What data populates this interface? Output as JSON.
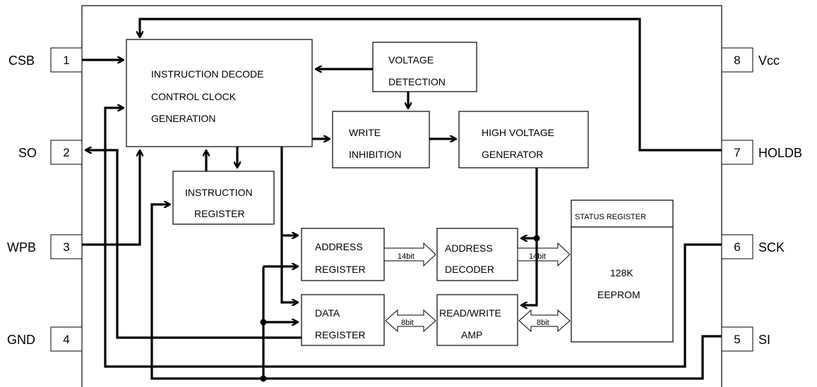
{
  "pins": {
    "p1": {
      "number": "1",
      "name": "CSB"
    },
    "p2": {
      "number": "2",
      "name": "SO"
    },
    "p3": {
      "number": "3",
      "name": "WPB"
    },
    "p4": {
      "number": "4",
      "name": "GND"
    },
    "p5": {
      "number": "5",
      "name": "SI"
    },
    "p6": {
      "number": "6",
      "name": "SCK"
    },
    "p7": {
      "number": "7",
      "name": "HOLDB"
    },
    "p8": {
      "number": "8",
      "name": "Vcc"
    }
  },
  "blocks": {
    "instruction_decode": [
      "INSTRUCTION DECODE",
      "CONTROL CLOCK",
      "GENERATION"
    ],
    "voltage_detection": [
      "VOLTAGE",
      "DETECTION"
    ],
    "write_inhibition": [
      "WRITE",
      "INHIBITION"
    ],
    "high_voltage": [
      "HIGH VOLTAGE",
      "GENERATOR"
    ],
    "instruction_register": [
      "INSTRUCTION",
      "REGISTER"
    ],
    "address_register": [
      "ADDRESS",
      "REGISTER"
    ],
    "address_decoder": [
      "ADDRESS",
      "DECODER"
    ],
    "data_register": [
      "DATA",
      "REGISTER"
    ],
    "read_write_amp": [
      "READ/WRITE",
      "AMP"
    ],
    "status_register": "STATUS REGISTER",
    "eeprom": [
      "128K",
      "EEPROM"
    ]
  },
  "buses": {
    "addr_reg_to_decoder": "14bit",
    "decoder_to_eeprom": "14bit",
    "data_reg_amp": "8bit",
    "amp_eeprom": "8bit"
  }
}
